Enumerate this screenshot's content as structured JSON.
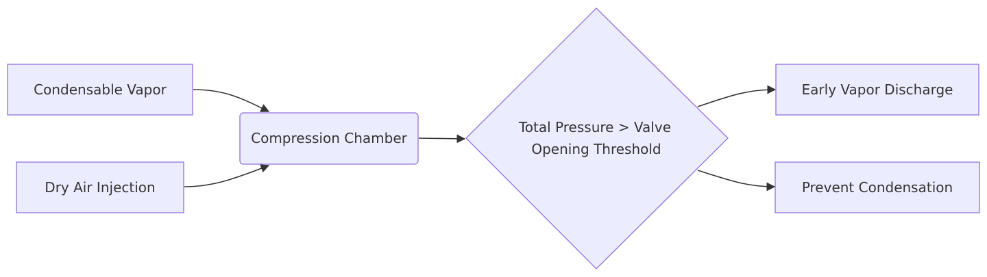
{
  "diagram": {
    "nodes": {
      "condensable_vapor": "Condensable Vapor",
      "dry_air_injection": "Dry Air Injection",
      "compression_chamber": "Compression Chamber",
      "decision_line1": "Total Pressure > Valve",
      "decision_line2": "Opening Threshold",
      "early_vapor_discharge": "Early Vapor Discharge",
      "prevent_condensation": "Prevent Condensation"
    },
    "edges": [
      {
        "from": "condensable_vapor",
        "to": "compression_chamber"
      },
      {
        "from": "dry_air_injection",
        "to": "compression_chamber"
      },
      {
        "from": "compression_chamber",
        "to": "decision"
      },
      {
        "from": "decision",
        "to": "early_vapor_discharge"
      },
      {
        "from": "decision",
        "to": "prevent_condensation"
      }
    ],
    "colors": {
      "node_fill": "#ececff",
      "node_stroke": "#9370db",
      "edge": "#333333",
      "text": "#333333"
    }
  }
}
